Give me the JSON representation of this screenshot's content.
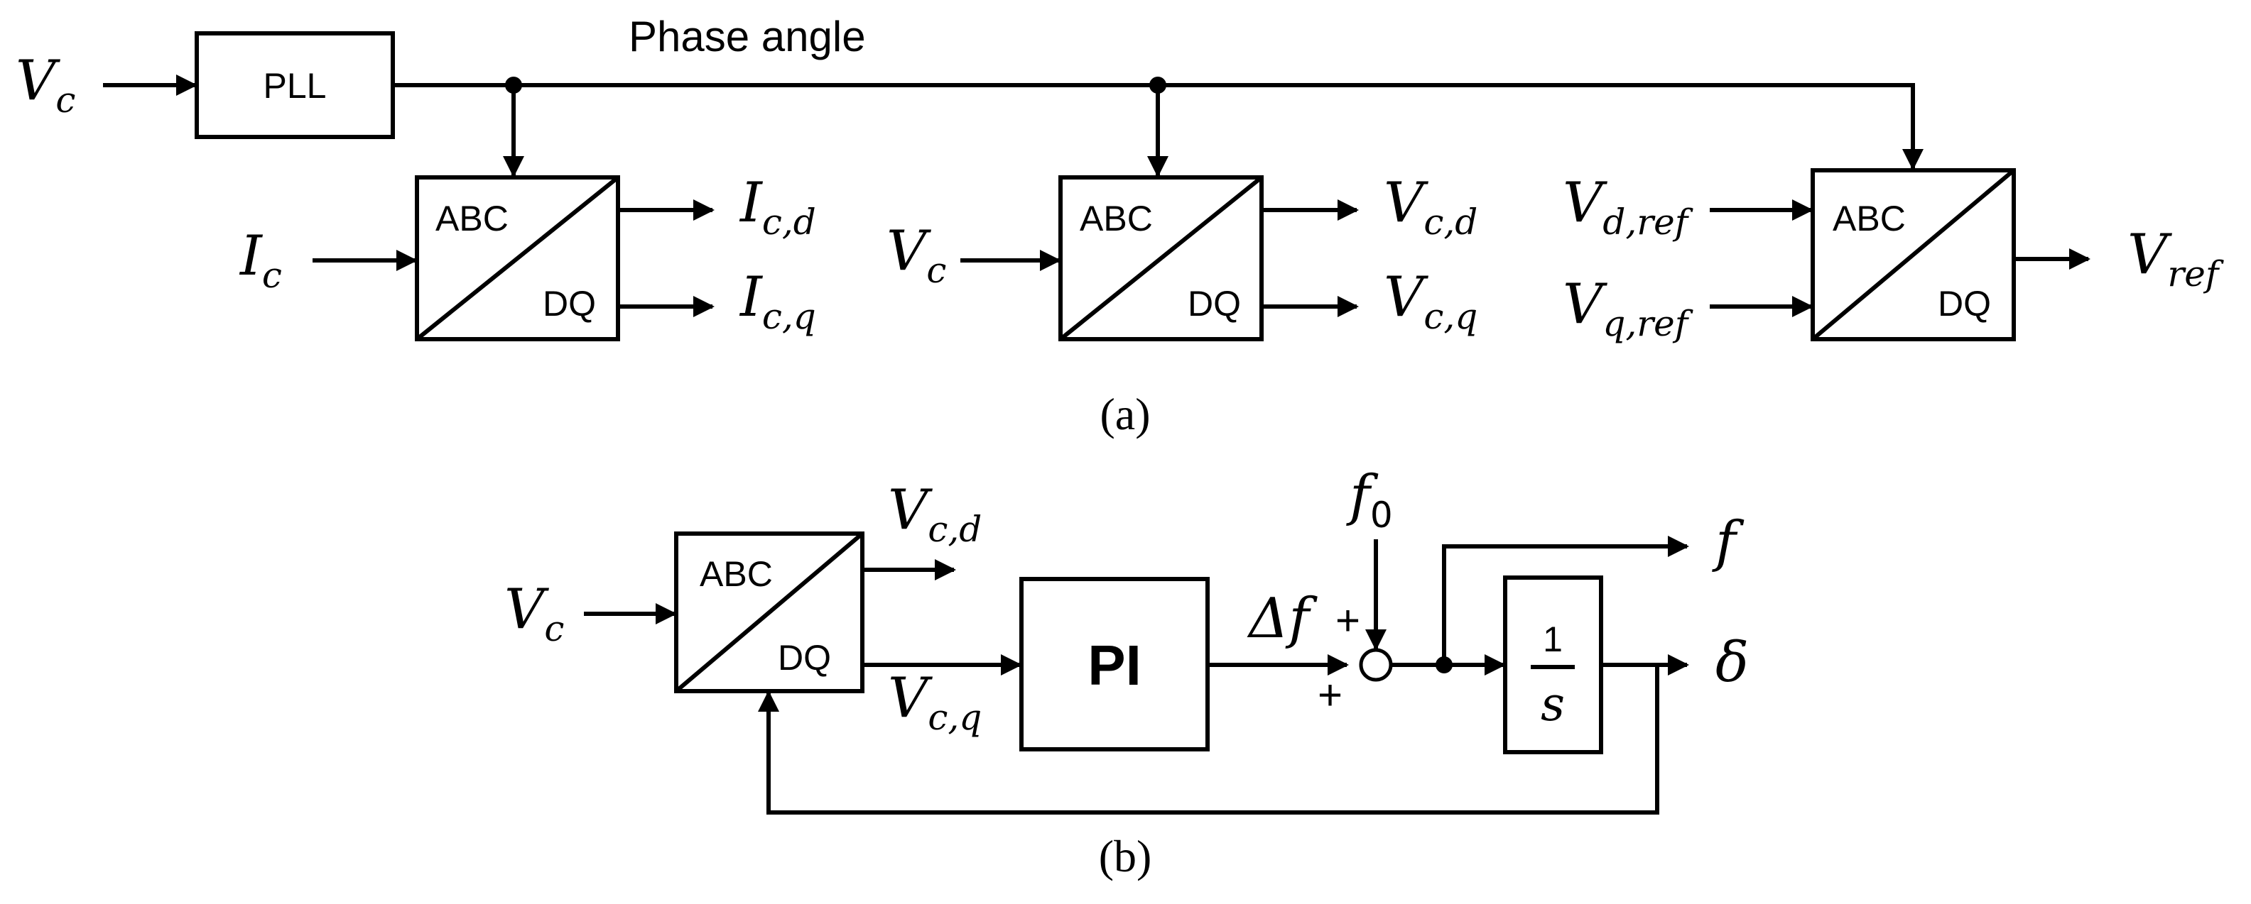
{
  "diagram_a": {
    "caption": "(a)",
    "phase_angle_label": "Phase angle",
    "pll_block": "PLL",
    "input_vc": {
      "main": "V",
      "sub": "c"
    },
    "transform_current": {
      "top": "ABC",
      "bottom": "DQ",
      "input": {
        "main": "I",
        "sub": "c"
      },
      "out_d": {
        "main": "I",
        "sub": "c,d"
      },
      "out_q": {
        "main": "I",
        "sub": "c,q"
      }
    },
    "transform_voltage": {
      "top": "ABC",
      "bottom": "DQ",
      "input": {
        "main": "V",
        "sub": "c"
      },
      "out_d": {
        "main": "V",
        "sub": "c,d"
      },
      "out_q": {
        "main": "V",
        "sub": "c,q"
      }
    },
    "transform_inverse": {
      "top": "ABC",
      "bottom": "DQ",
      "in_d": {
        "main": "V",
        "sub": "d,ref"
      },
      "in_q": {
        "main": "V",
        "sub": "q,ref"
      },
      "output": {
        "main": "V",
        "sub": "ref"
      }
    }
  },
  "diagram_b": {
    "caption": "(b)",
    "input_vc": {
      "main": "V",
      "sub": "c"
    },
    "transform": {
      "top": "ABC",
      "bottom": "DQ"
    },
    "out_d": {
      "main": "V",
      "sub": "c,d"
    },
    "out_q": {
      "main": "V",
      "sub": "c,q"
    },
    "pi_block": "PI",
    "delta_f": "Δf",
    "f0": {
      "main": "f",
      "sub": "0"
    },
    "plus_top": "+",
    "plus_bottom": "+",
    "output_f": "f",
    "integrator": {
      "numerator": "1",
      "denominator": "s"
    },
    "output_delta": "δ"
  }
}
